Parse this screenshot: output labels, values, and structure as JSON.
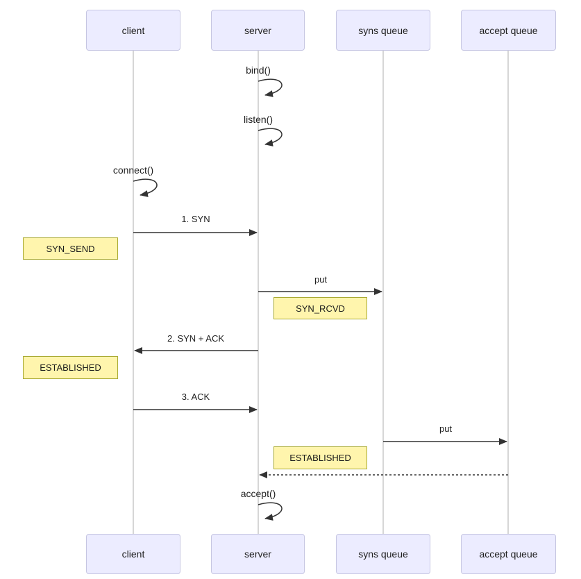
{
  "diagram": {
    "type": "sequence",
    "participants": [
      {
        "label": "client"
      },
      {
        "label": "server"
      },
      {
        "label": "syns queue"
      },
      {
        "label": "accept queue"
      }
    ],
    "self_messages": [
      {
        "actor": "server",
        "label": "bind()"
      },
      {
        "actor": "server",
        "label": "listen()"
      },
      {
        "actor": "client",
        "label": "connect()"
      },
      {
        "actor": "server",
        "label": "accept()"
      }
    ],
    "messages": [
      {
        "from": "client",
        "to": "server",
        "label": "1. SYN",
        "style": "solid"
      },
      {
        "from": "server",
        "to": "syns queue",
        "label": "put",
        "style": "solid"
      },
      {
        "from": "server",
        "to": "client",
        "label": "2. SYN + ACK",
        "style": "solid"
      },
      {
        "from": "client",
        "to": "server",
        "label": "3. ACK",
        "style": "solid"
      },
      {
        "from": "syns queue",
        "to": "accept queue",
        "label": "put",
        "style": "solid"
      },
      {
        "from": "accept queue",
        "to": "server",
        "label": "",
        "style": "dotted"
      }
    ],
    "notes": [
      {
        "position": "left of client",
        "label": "SYN_SEND"
      },
      {
        "position": "right of server",
        "label": "SYN_RCVD"
      },
      {
        "position": "left of client",
        "label": "ESTABLISHED"
      },
      {
        "position": "right of server",
        "label": "ESTABLISHED"
      }
    ],
    "colors": {
      "participant_fill": "#ECECFF",
      "participant_border": "#C6C6E2",
      "note_fill": "#FFF5AD",
      "note_border": "#AAAA33",
      "message_line": "#333333",
      "lifeline": "#ADADAD",
      "background": "#FFFFFF"
    }
  }
}
